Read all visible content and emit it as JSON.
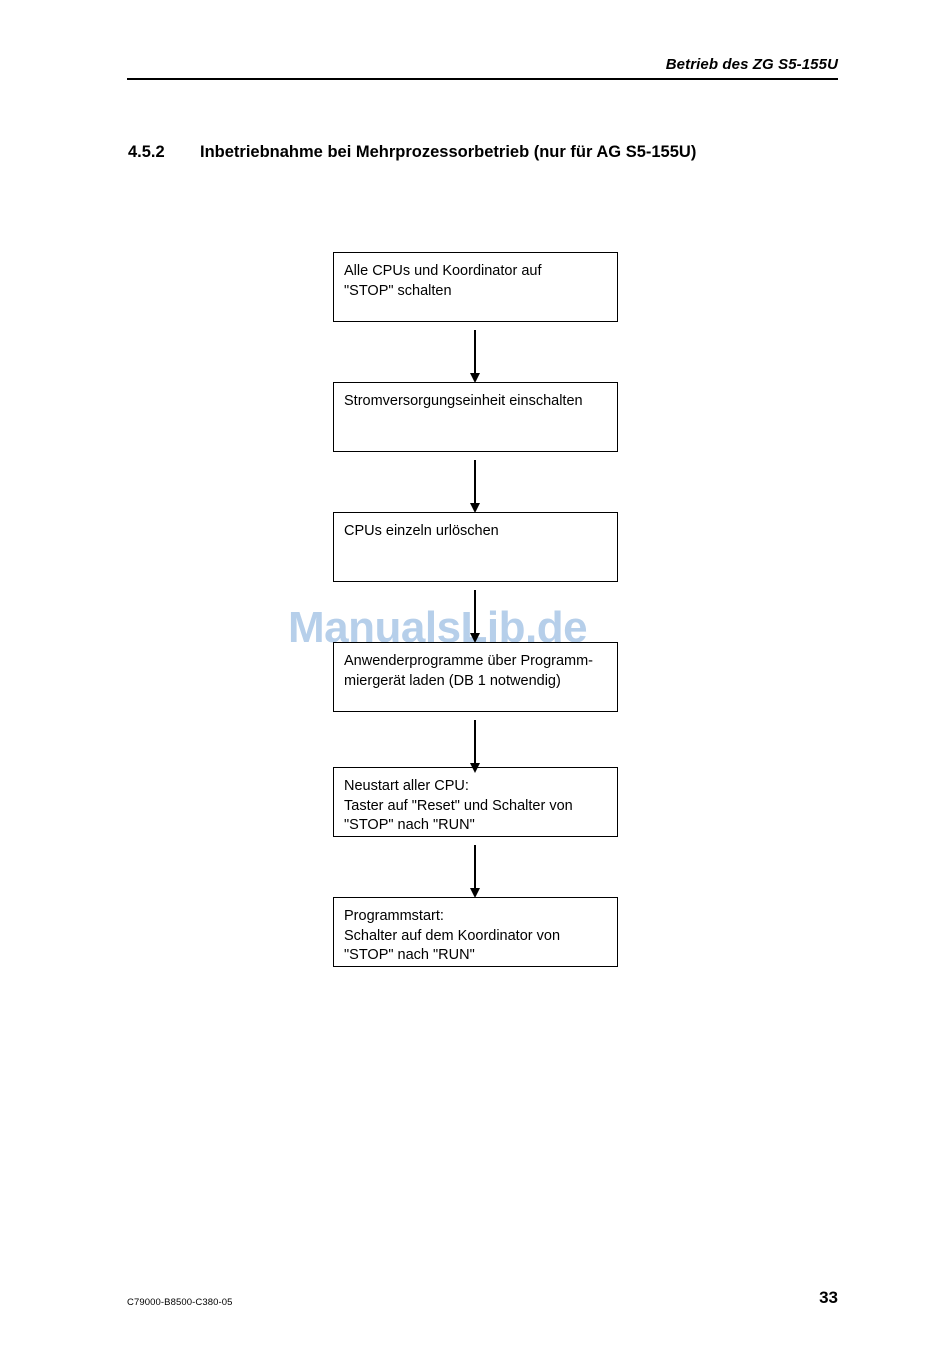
{
  "header": {
    "running_title": "Betrieb des ZG S5-155U"
  },
  "section": {
    "number": "4.5.2",
    "title": "Inbetriebnahme bei Mehrprozessorbetrieb (nur für AG S5-155U)"
  },
  "watermark": {
    "text": "ManualsLib.de",
    "color": "#b6cfea"
  },
  "flowchart": {
    "type": "flowchart",
    "orientation": "vertical",
    "connector": "arrow-down",
    "boxes": [
      {
        "id": "box-1",
        "lines": [
          "Alle CPUs und Koordinator auf",
          "\"STOP\" schalten"
        ]
      },
      {
        "id": "box-2",
        "lines": [
          "Stromversorgungseinheit einschalten"
        ]
      },
      {
        "id": "box-3",
        "lines": [
          "CPUs einzeln urlöschen"
        ]
      },
      {
        "id": "box-4",
        "lines": [
          "Anwenderprogramme über Programm-",
          "miergerät laden (DB 1 notwendig)"
        ]
      },
      {
        "id": "box-5",
        "lines": [
          "Neustart aller CPU:",
          "Taster auf \"Reset\" und Schalter von",
          "\"STOP\" nach \"RUN\""
        ]
      },
      {
        "id": "box-6",
        "lines": [
          "Programmstart:",
          "Schalter auf dem Koordinator von",
          "\"STOP\" nach \"RUN\""
        ]
      }
    ]
  },
  "footer": {
    "document_code": "C79000-B8500-C380-05",
    "page_number": "33"
  }
}
